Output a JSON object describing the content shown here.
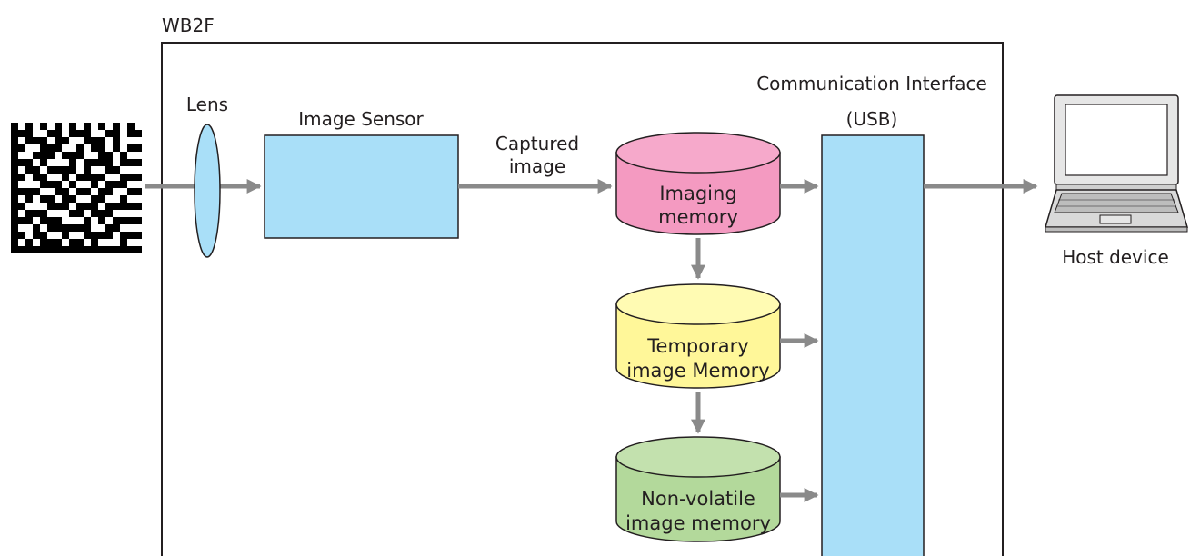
{
  "device": {
    "title": "WB2F"
  },
  "components": {
    "lens": "Lens",
    "image_sensor": "Image Sensor",
    "captured_image": [
      "Captured",
      "image"
    ],
    "imaging_memory": [
      "Imaging",
      "memory"
    ],
    "temporary_memory": [
      "Temporary",
      "image Memory"
    ],
    "nonvolatile_memory": [
      "Non-volatile",
      "image memory"
    ],
    "comm_interface": [
      "Communication Interface",
      "(USB)"
    ],
    "host_device": "Host device"
  },
  "colors": {
    "sensor_fill": "#a9dff8",
    "lens_fill": "#a9dff8",
    "interface_fill": "#a9dff8",
    "imaging_memory_fill": "#f49ac1",
    "imaging_memory_top": "#f6a9cb",
    "temporary_memory_fill": "#fff799",
    "temporary_memory_top": "#fffbb3",
    "nonvolatile_memory_fill": "#b3d99b",
    "nonvolatile_memory_top": "#c3e1ae",
    "arrow": "#8a8a8a",
    "outline": "#231f20"
  },
  "icons": {
    "code": "datamatrix-code-icon",
    "host": "laptop-icon"
  }
}
